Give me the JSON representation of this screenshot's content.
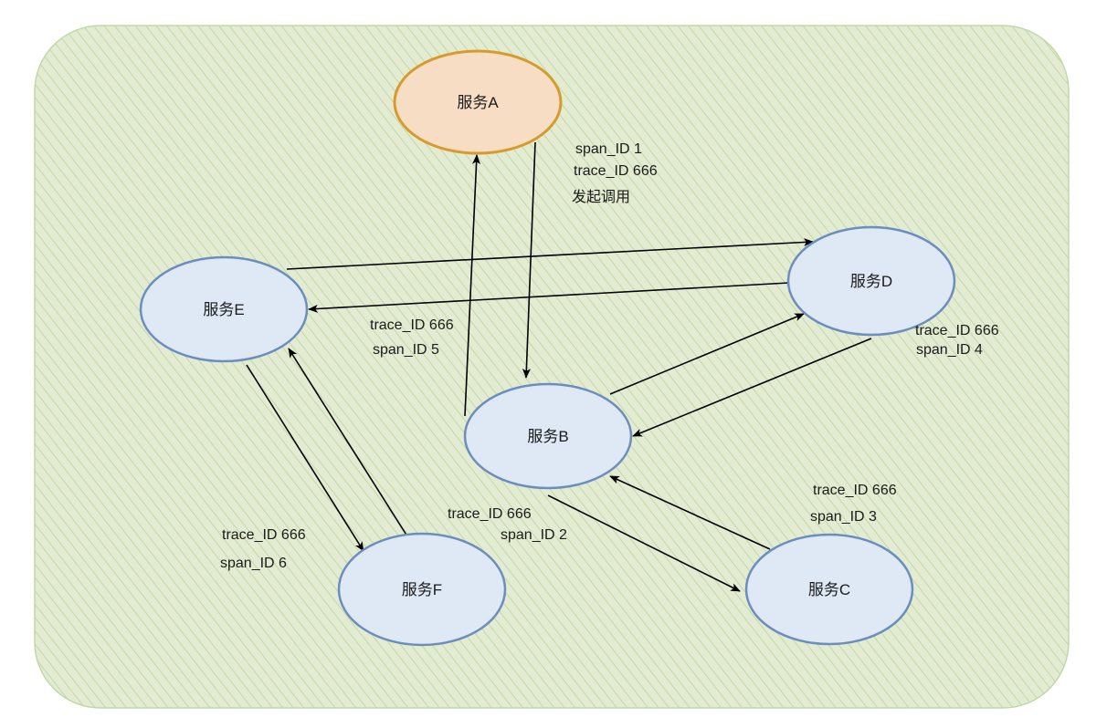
{
  "colors": {
    "background_fill": "#e3ecd3",
    "background_hatch": "#b9d39a",
    "background_border": "#c2d8a8",
    "root_fill": "#f7ddc4",
    "root_stroke": "#d79b2b",
    "service_fill": "#dfe8f5",
    "service_stroke": "#6c8ebf",
    "arrow": "#000000"
  },
  "nodes": [
    {
      "id": "A",
      "label": "服务A",
      "role": "root"
    },
    {
      "id": "B",
      "label": "服务B",
      "role": "service"
    },
    {
      "id": "C",
      "label": "服务C",
      "role": "service"
    },
    {
      "id": "D",
      "label": "服务D",
      "role": "service"
    },
    {
      "id": "E",
      "label": "服务E",
      "role": "service"
    },
    {
      "id": "F",
      "label": "服务F",
      "role": "service"
    }
  ],
  "edges": [
    {
      "from": "A",
      "to": "B"
    },
    {
      "from": "B",
      "to": "A"
    },
    {
      "from": "B",
      "to": "C"
    },
    {
      "from": "C",
      "to": "B"
    },
    {
      "from": "B",
      "to": "D"
    },
    {
      "from": "D",
      "to": "B"
    },
    {
      "from": "E",
      "to": "D"
    },
    {
      "from": "D",
      "to": "E"
    },
    {
      "from": "E",
      "to": "F"
    },
    {
      "from": "F",
      "to": "E"
    }
  ],
  "labels": {
    "span_a": "span_ID  1",
    "trace_a": "trace_ID  666",
    "initiate_call": "发起调用",
    "trace_b": "trace_ID  666",
    "span_b": "span_ID  2",
    "trace_c": "trace_ID  666",
    "span_c": "span_ID  3",
    "trace_d": "trace_ID  666",
    "span_d": "span_ID  4",
    "trace_e": "trace_ID  666",
    "span_e": "span_ID  5",
    "trace_f": "trace_ID  666",
    "span_f": "span_ID  6"
  }
}
